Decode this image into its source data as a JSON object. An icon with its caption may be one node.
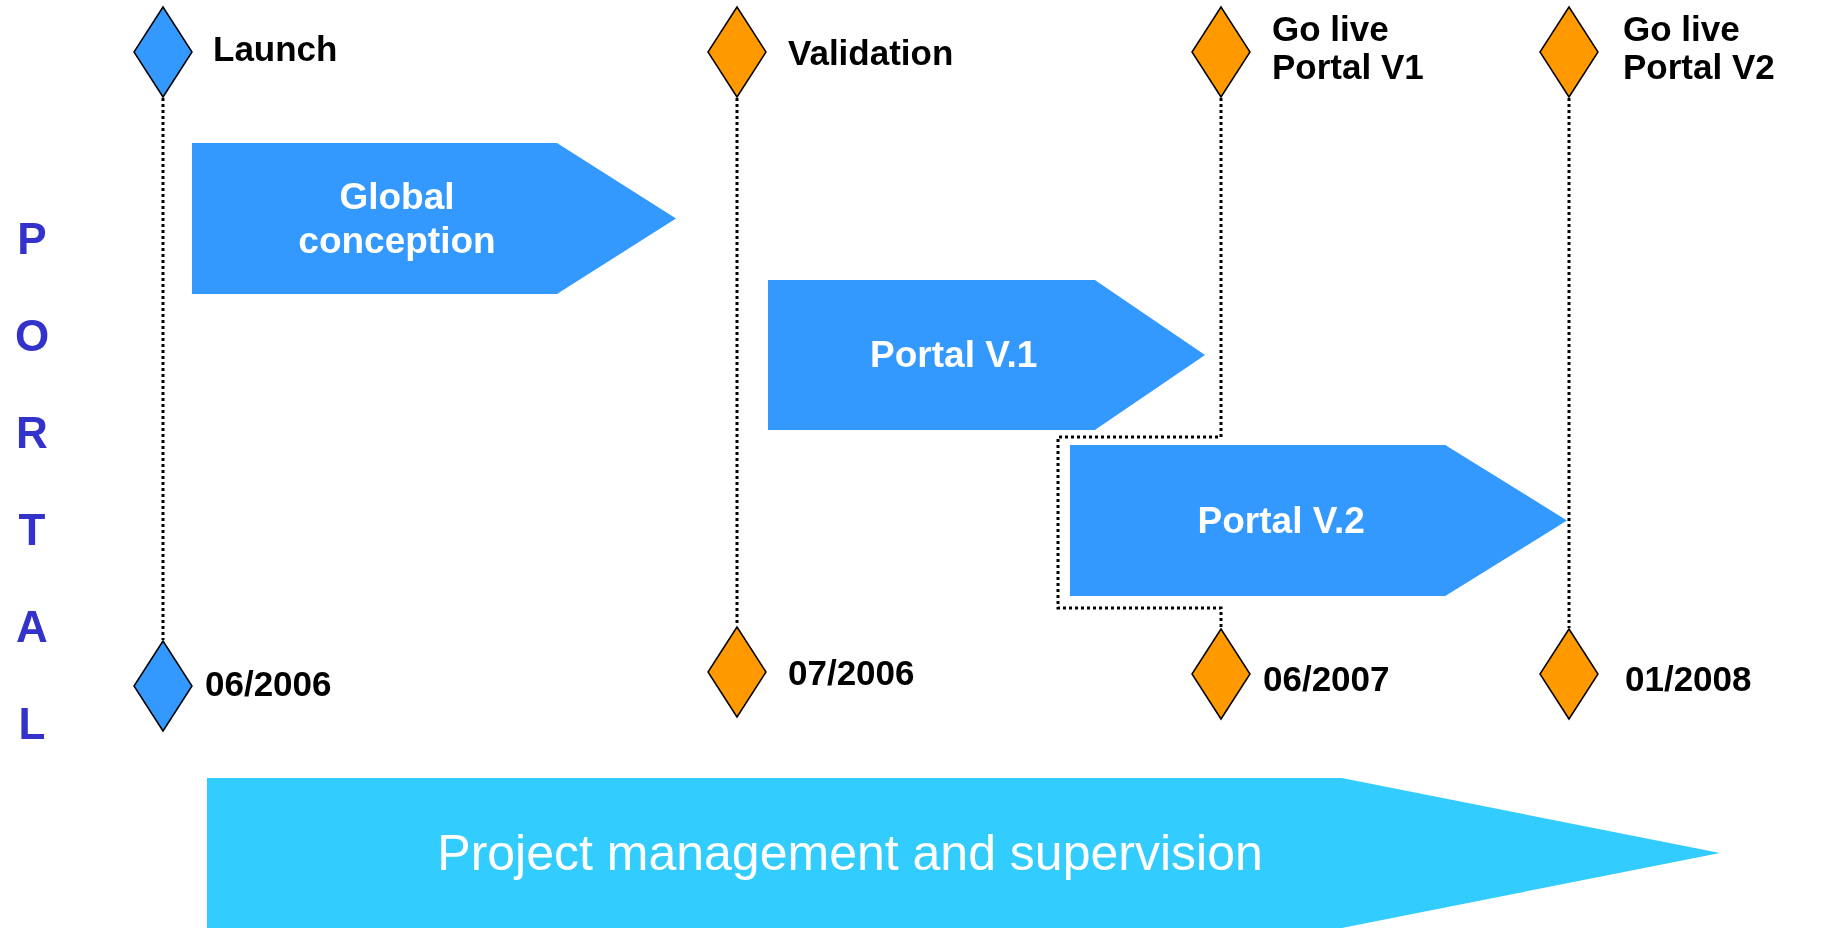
{
  "diagram": {
    "nodes": [
      {
        "text": [],
        "shape": "diamond",
        "beside": [
          "Launch"
        ]
      },
      {
        "text": [],
        "shape": "diamond",
        "beside": [
          "Validation"
        ]
      },
      {
        "text": [],
        "shape": "diamond",
        "beside": [
          "Go live Portal V1"
        ]
      },
      {
        "text": [],
        "shape": "diamond",
        "beside": [
          "Go live Portal V2"
        ]
      },
      {
        "text": [
          "Global conception"
        ]
      },
      {
        "text": [
          "Portal V.1"
        ]
      },
      {
        "text": [
          "Portal V.2"
        ]
      },
      {
        "text": [],
        "shape": "diamond",
        "beside": [
          "06/2006"
        ]
      },
      {
        "text": [],
        "shape": "diamond",
        "beside": [
          "07/2006"
        ]
      },
      {
        "text": [],
        "shape": "diamond",
        "beside": [
          "06/2007"
        ]
      },
      {
        "text": [],
        "shape": "diamond",
        "beside": [
          "01/2008"
        ]
      },
      {
        "text": [
          "Project management and supervision"
        ]
      }
    ],
    "edges": [
      {
        "from": 0,
        "to": 7,
        "arrow": "none",
        "style": "dashed"
      },
      {
        "from": 1,
        "to": 8,
        "arrow": "none",
        "style": "dashed"
      },
      {
        "from": 2,
        "to": 9,
        "arrow": "none",
        "style": "dashed"
      },
      {
        "from": 3,
        "to": 10,
        "arrow": "none",
        "style": "dashed"
      }
    ],
    "labels": [
      "PORTAL"
    ]
  }
}
